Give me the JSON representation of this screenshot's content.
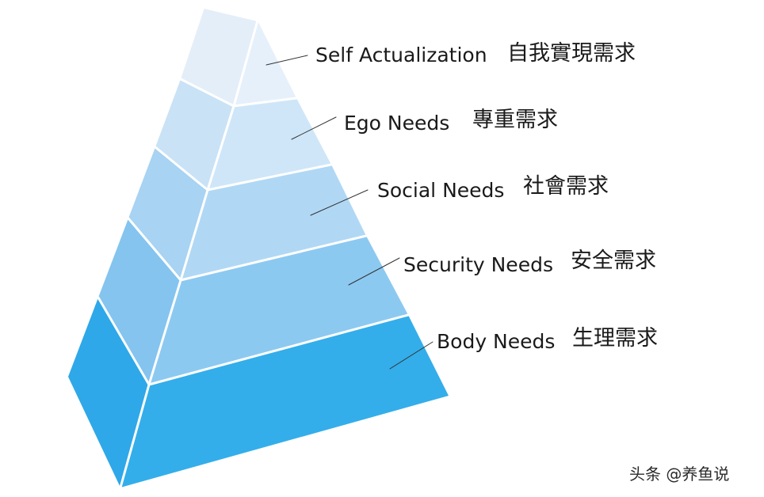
{
  "diagram": {
    "levels": [
      {
        "label": "Self Actualization",
        "label_zh": "自我實現需求",
        "left_color": "#e4eef8",
        "right_color": "#e6f0fa"
      },
      {
        "label": "Ego Needs",
        "label_zh": "專重需求",
        "left_color": "#c9e2f6",
        "right_color": "#cfe6f8"
      },
      {
        "label": "Social Needs",
        "label_zh": "社會需求",
        "left_color": "#a8d3f2",
        "right_color": "#b0d8f5"
      },
      {
        "label": "Security Needs",
        "label_zh": "安全需求",
        "left_color": "#84c4ef",
        "right_color": "#8cc9f1"
      },
      {
        "label": "Body Needs",
        "label_zh": "生理需求",
        "left_color": "#2ea8e8",
        "right_color": "#33aeea"
      }
    ],
    "watermark": "头条 @养鱼说"
  }
}
